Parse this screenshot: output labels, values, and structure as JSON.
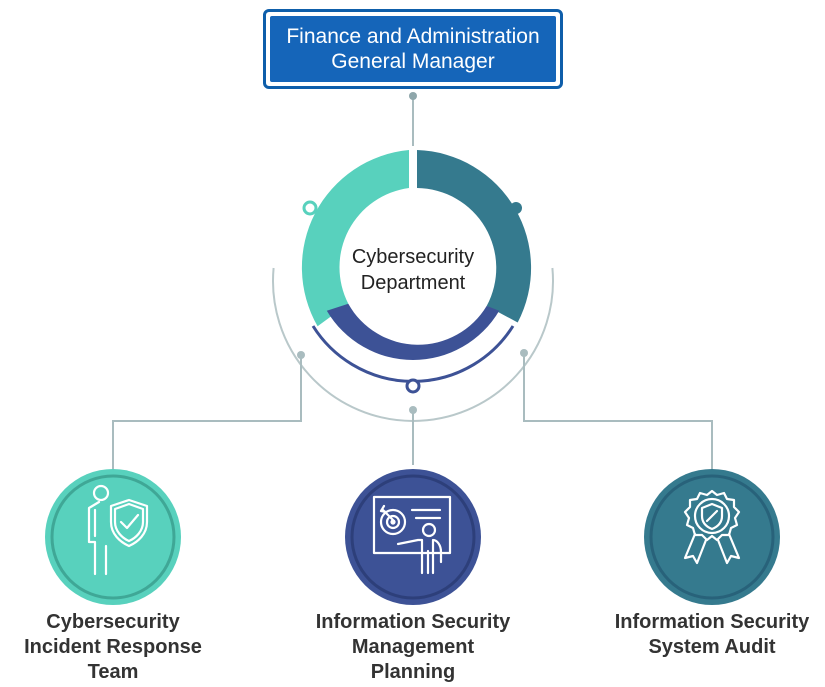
{
  "header": {
    "title_line1": "Finance and Administration",
    "title_line2": "General Manager"
  },
  "center": {
    "line1": "Cybersecurity",
    "line2": "Department"
  },
  "nodes": [
    {
      "label_lines": [
        "Cybersecurity",
        "Incident Response",
        "Team"
      ],
      "icon": "security-guard-shield-icon",
      "color": "#58d1bd"
    },
    {
      "label_lines": [
        "Information Security",
        "Management",
        "Planning"
      ],
      "icon": "presentation-target-icon",
      "color": "#3d5296"
    },
    {
      "label_lines": [
        "Information Security",
        "System Audit"
      ],
      "icon": "award-badge-shield-icon",
      "color": "#357a8e"
    }
  ],
  "colors": {
    "header_blue": "#1565b9",
    "teal_light": "#58d1bd",
    "teal_dark": "#357a8e",
    "navy": "#3d5296",
    "connector_gray": "#a9bcbf"
  }
}
